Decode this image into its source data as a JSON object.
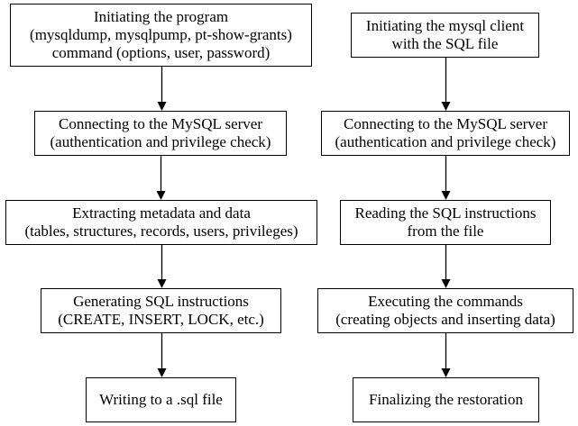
{
  "diagram": {
    "dump_flow": {
      "steps": [
        {
          "lines": [
            "Initiating the program",
            "(mysqldump, mysqlpump, pt-show-grants)",
            "command (options, user, password)"
          ]
        },
        {
          "lines": [
            "Connecting to the MySQL server",
            "(authentication and privilege check)"
          ]
        },
        {
          "lines": [
            "Extracting metadata and data",
            "(tables, structures, records, users, privileges)"
          ]
        },
        {
          "lines": [
            "Generating SQL instructions",
            "(CREATE, INSERT, LOCK, etc.)"
          ]
        },
        {
          "lines": [
            "Writing to a .sql file"
          ]
        }
      ]
    },
    "restore_flow": {
      "steps": [
        {
          "lines": [
            "Initiating the mysql client",
            "with the SQL file"
          ]
        },
        {
          "lines": [
            "Connecting to the MySQL server",
            "(authentication and privilege check)"
          ]
        },
        {
          "lines": [
            "Reading the SQL instructions",
            "from the file"
          ]
        },
        {
          "lines": [
            "Executing the commands",
            "(creating objects and inserting data)"
          ]
        },
        {
          "lines": [
            "Finalizing the restoration"
          ]
        }
      ]
    },
    "edges": [
      {
        "from": "dump-step-1",
        "to": "dump-step-2"
      },
      {
        "from": "dump-step-2",
        "to": "dump-step-3"
      },
      {
        "from": "dump-step-3",
        "to": "dump-step-4"
      },
      {
        "from": "dump-step-4",
        "to": "dump-step-5"
      },
      {
        "from": "restore-step-1",
        "to": "restore-step-2"
      },
      {
        "from": "restore-step-2",
        "to": "restore-step-3"
      },
      {
        "from": "restore-step-3",
        "to": "restore-step-4"
      },
      {
        "from": "restore-step-4",
        "to": "restore-step-5"
      }
    ],
    "colors": {
      "stroke": "#000000",
      "fill": "#ffffff",
      "text": "#000000"
    }
  }
}
